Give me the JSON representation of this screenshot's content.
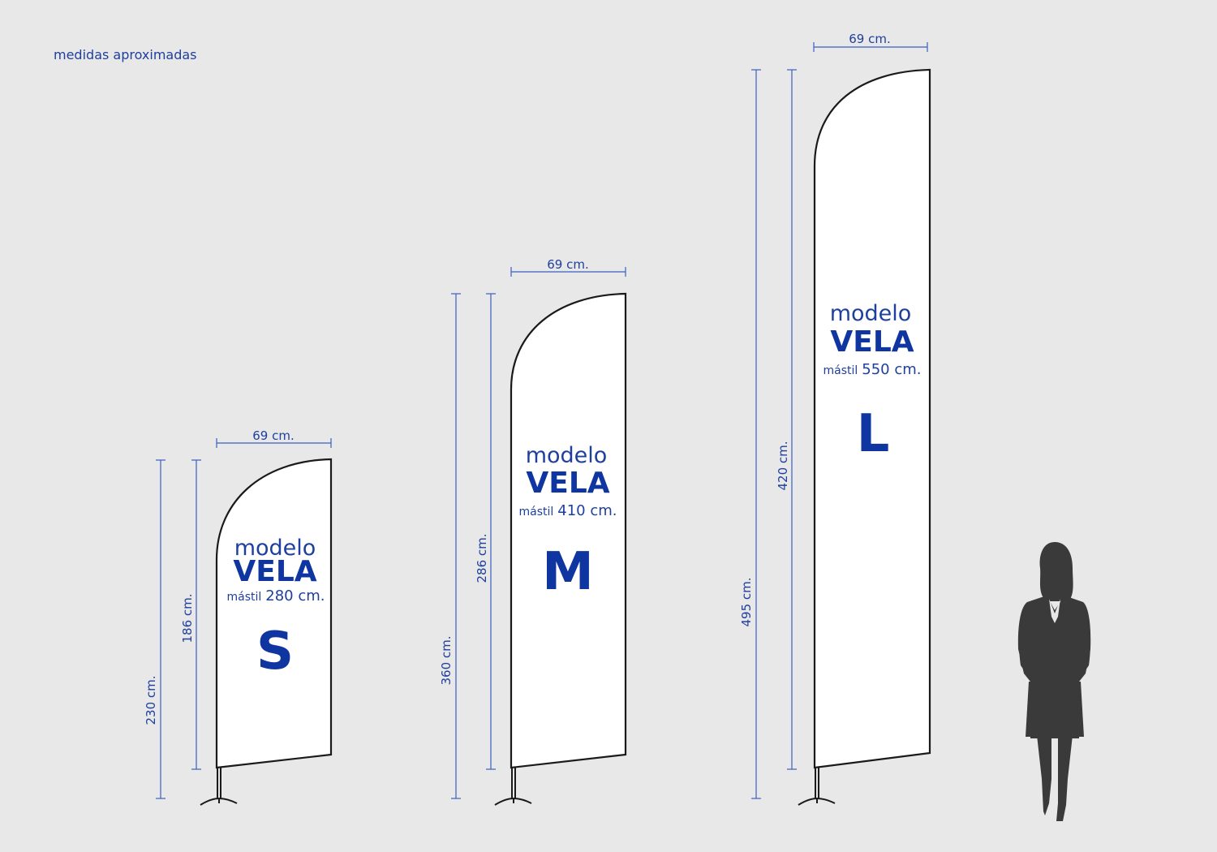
{
  "note": "medidas aproximadas",
  "colors": {
    "background": "#e8e8e8",
    "accent": "#1f3f9e",
    "flag": "#ffffff",
    "outline": "#1a1a1a",
    "silhouette": "#3a3a3a"
  },
  "flags": [
    {
      "id": "s",
      "model_word": "modelo",
      "name": "VELA",
      "mast_word": "mástil",
      "mast_value": "280 cm.",
      "size": "S",
      "width": "69 cm.",
      "flag_height": "186 cm.",
      "total_height": "230 cm."
    },
    {
      "id": "m",
      "model_word": "modelo",
      "name": "VELA",
      "mast_word": "mástil",
      "mast_value": "410 cm.",
      "size": "M",
      "width": "69 cm.",
      "flag_height": "286 cm.",
      "total_height": "360 cm."
    },
    {
      "id": "l",
      "model_word": "modelo",
      "name": "VELA",
      "mast_word": "mástil",
      "mast_value": "550 cm.",
      "size": "L",
      "width": "69 cm.",
      "flag_height": "420 cm.",
      "total_height": "495 cm."
    }
  ],
  "figure": {
    "icon": "woman-silhouette-icon"
  }
}
